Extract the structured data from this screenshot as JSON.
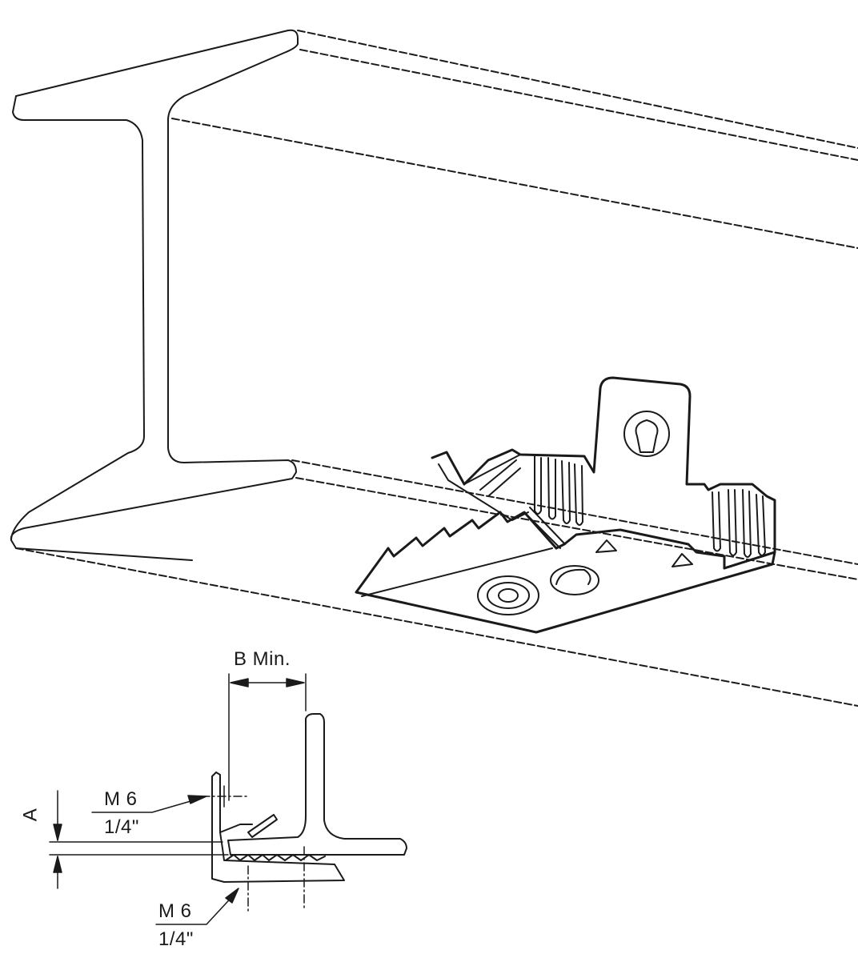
{
  "labels": {
    "b_min": "B Min.",
    "a": "A",
    "top_bolt_metric": "M 6",
    "top_bolt_imperial": "1/4\"",
    "bottom_bolt_metric": "M 6",
    "bottom_bolt_imperial": "1/4\""
  },
  "colors": {
    "line": "#1a1a1a",
    "background": "#ffffff"
  }
}
